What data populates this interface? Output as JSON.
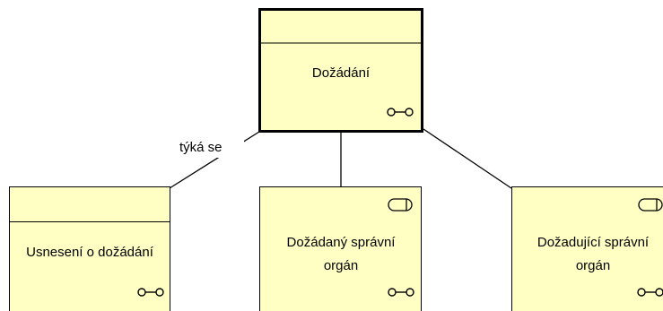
{
  "diagram": {
    "colors": {
      "fill": "#ffffc4",
      "stroke": "#000000",
      "line": "#000000",
      "background": "#ffffff"
    },
    "nodes": {
      "main": {
        "label": "Dožádání",
        "icon": "association-icon"
      },
      "usneseni": {
        "label": "Usnesení o dožádání",
        "icon": "association-icon"
      },
      "dozadany": {
        "label_line1": "Dožádaný správní",
        "label_line2": "orgán",
        "top_icon": "role-icon",
        "icon": "association-icon"
      },
      "dozadujici": {
        "label_line1": "Dožadující správní",
        "label_line2": "orgán",
        "top_icon": "role-icon",
        "icon": "association-icon"
      }
    },
    "edges": {
      "tyka_se": {
        "label": "týká se"
      }
    }
  }
}
